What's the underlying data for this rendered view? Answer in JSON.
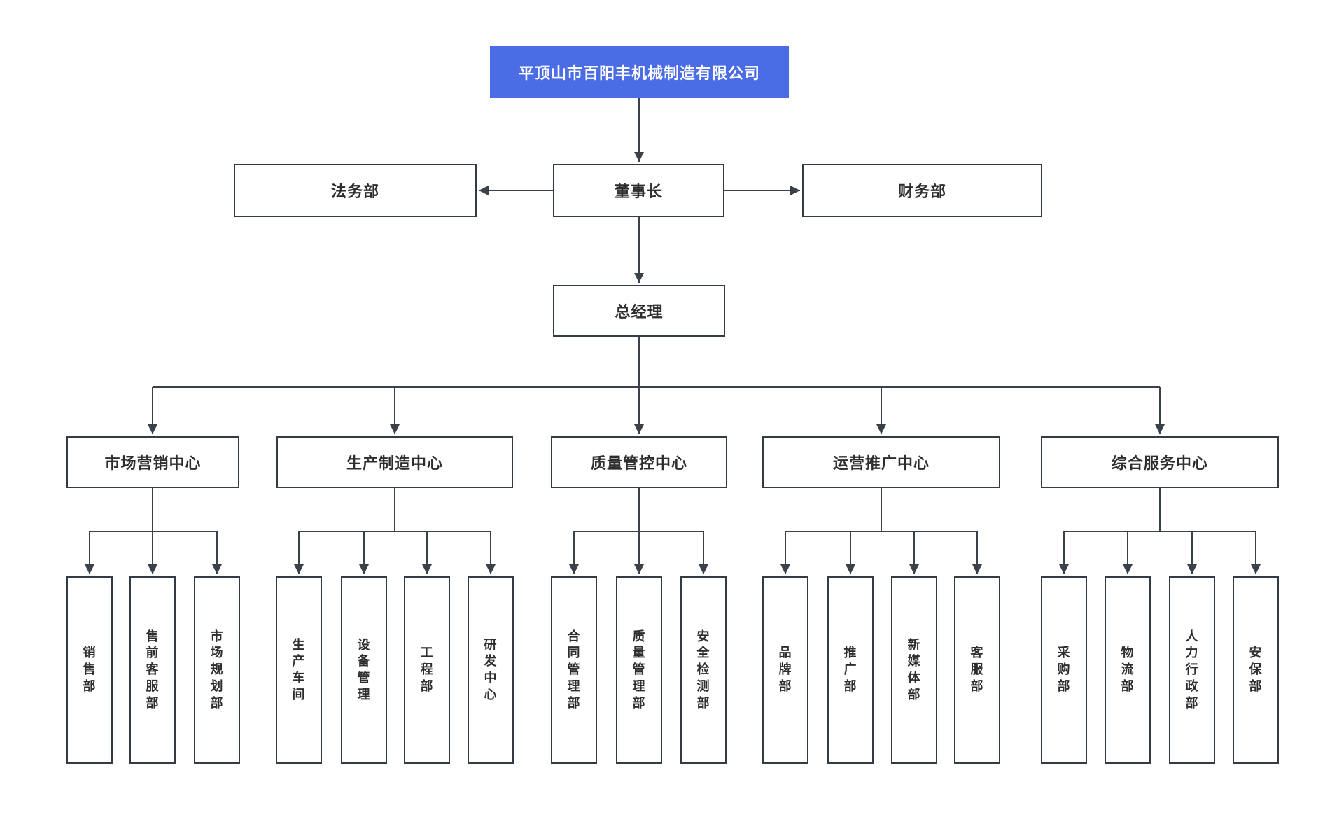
{
  "company": {
    "name": "平顶山市百阳丰机械制造有限公司"
  },
  "board": {
    "chairman": "董事长",
    "legal_dept": "法务部",
    "finance_dept": "财务部",
    "general_manager": "总经理"
  },
  "centers": [
    {
      "label": "市场营销中心",
      "departments": [
        {
          "label": "销售部"
        },
        {
          "label": "售前客服部"
        },
        {
          "label": "市场规划部"
        }
      ]
    },
    {
      "label": "生产制造中心",
      "departments": [
        {
          "label": "生产车间"
        },
        {
          "label": "设备管理"
        },
        {
          "label": "工程部"
        },
        {
          "label": "研发中心"
        }
      ]
    },
    {
      "label": "质量管控中心",
      "departments": [
        {
          "label": "合同管理部"
        },
        {
          "label": "质量管理部"
        },
        {
          "label": "安全检测部"
        }
      ]
    },
    {
      "label": "运营推广中心",
      "departments": [
        {
          "label": "品牌部"
        },
        {
          "label": "推广部"
        },
        {
          "label": "新媒体部"
        },
        {
          "label": "客服部"
        }
      ]
    },
    {
      "label": "综合服务中心",
      "departments": [
        {
          "label": "采购部"
        },
        {
          "label": "物流部"
        },
        {
          "label": "人力行政部"
        },
        {
          "label": "安保部"
        }
      ]
    }
  ],
  "colors": {
    "root_background": "#4a6ce5",
    "root_text": "#ffffff",
    "node_border": "#333b44",
    "connector": "#3a414a",
    "text": "#2e2e2e",
    "background": "#ffffff"
  }
}
